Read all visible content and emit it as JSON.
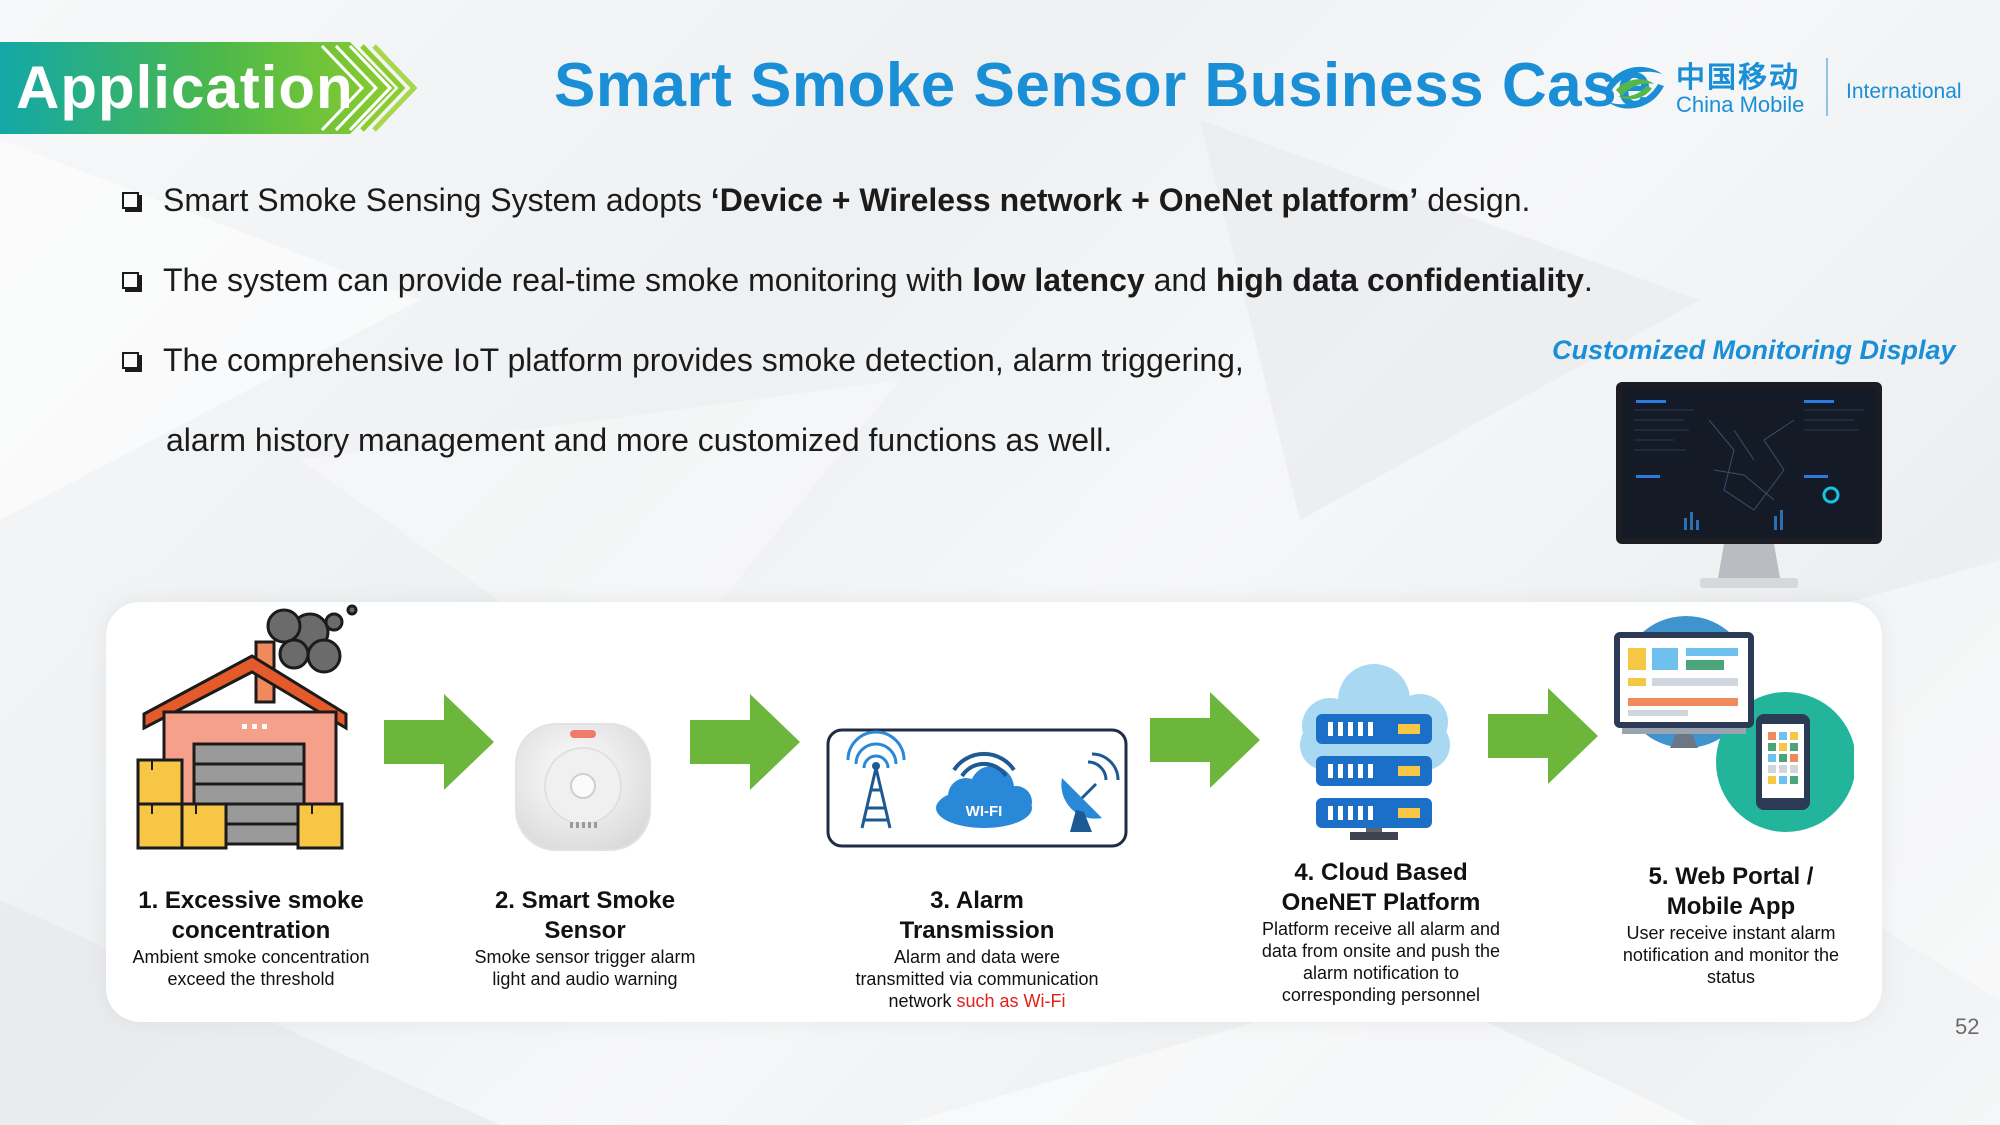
{
  "header": {
    "section_label": "Application",
    "title": "Smart Smoke Sensor Business Case",
    "logo_cn": "中国移动",
    "logo_en": "China Mobile",
    "logo_tag": "International"
  },
  "bullets": [
    {
      "a": "Smart Smoke Sensing System adopts ",
      "b": "‘Device + Wireless network + OneNet platform’",
      "c": " design."
    },
    {
      "a": "The system can provide real-time smoke monitoring with ",
      "b": "low latency",
      "c": " and ",
      "d": "high data confidentiality",
      "e": "."
    },
    {
      "a": "The comprehensive IoT platform provides smoke detection, alarm triggering,",
      "cont": "alarm history management and more customized functions as well."
    }
  ],
  "monitor": {
    "caption": "Customized Monitoring Display"
  },
  "steps": [
    {
      "title1": "1. Excessive smoke",
      "title2": "concentration",
      "desc1": "Ambient smoke concentration",
      "desc2": "exceed the threshold"
    },
    {
      "title1": "2. Smart Smoke",
      "title2": "Sensor",
      "desc1": "Smoke sensor trigger alarm",
      "desc2": "light and audio warning"
    },
    {
      "title1": "3. Alarm",
      "title2": "Transmission",
      "desc1": "Alarm and data were",
      "desc2": "transmitted via communication",
      "desc3a": "network ",
      "desc3b": "such as Wi-Fi"
    },
    {
      "title1": "4. Cloud Based",
      "title2": "OneNET Platform",
      "desc1": "Platform receive all alarm and",
      "desc2": "data from onsite and push the",
      "desc3": "alarm notification to",
      "desc4": "corresponding personnel"
    },
    {
      "title1": "5. Web Portal /",
      "title2": "Mobile App",
      "desc1": "User receive instant alarm",
      "desc2": "notification and monitor the",
      "desc3": "status"
    }
  ],
  "wifi_label": "WI-FI",
  "page_number": "52",
  "colors": {
    "brand_blue": "#1a8fd6",
    "banner_green": "#5cb83a",
    "arrow_green": "#6bb63b",
    "highlight_red": "#e0201a"
  }
}
